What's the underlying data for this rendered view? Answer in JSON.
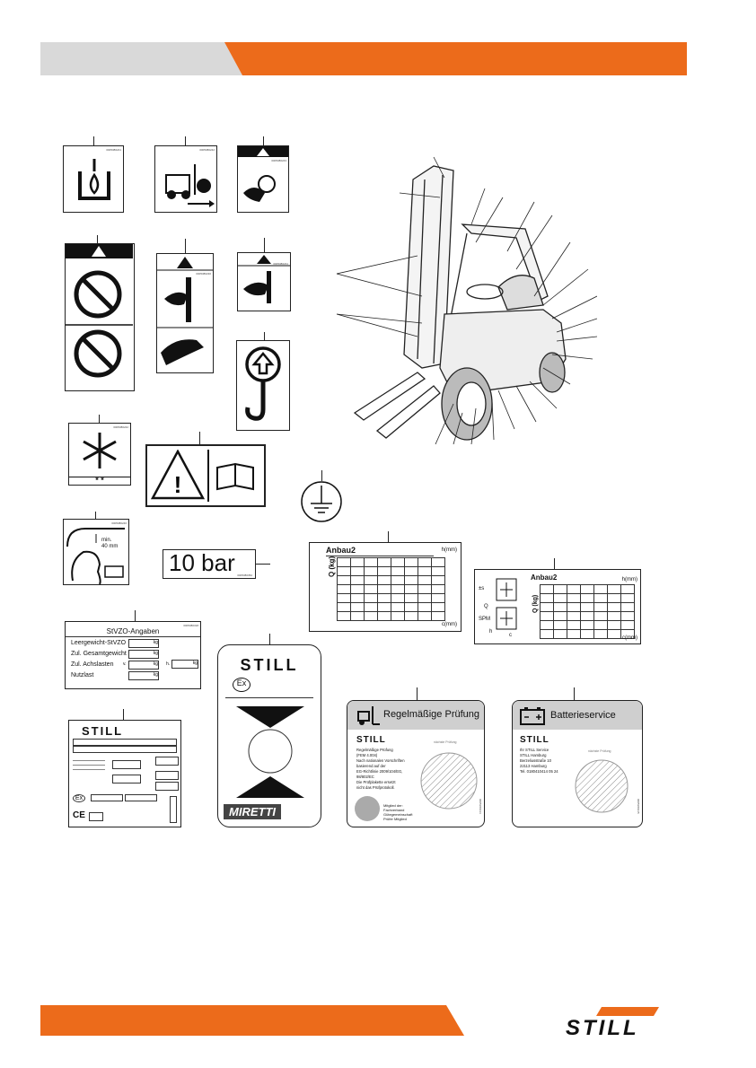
{
  "page": {
    "header_bar": {
      "left_color": "#d9d9d9",
      "right_color": "#ec6b1b"
    },
    "footer": {
      "bar_color": "#ec6b1b",
      "logo_text": "STILL"
    }
  },
  "labels": {
    "code_refuel": "0005380241",
    "code_forklift": "0005380242",
    "code_warn_hands": "0005380243",
    "code_crush_top": "0005380230",
    "code_hand_small": "0005380231",
    "code_cold": "0005380242",
    "cold_stars": "* *",
    "code_headroom": "0005380246",
    "headroom_min": "min.",
    "headroom_mm": "40 mm",
    "pressure_text": "10 bar",
    "pressure_code": "0005380352",
    "stvzo": {
      "code": "0005380318",
      "title": "StVZO-Angaben",
      "rows": [
        {
          "label": "Leergewicht-StVZO",
          "unit": "kg"
        },
        {
          "label": "Zul. Gesamtgewicht",
          "unit": "kg"
        },
        {
          "label": "Zul. Achslasten",
          "unit": "kg"
        },
        {
          "label": "Nutzlast",
          "unit": "kg"
        }
      ],
      "v": "v.",
      "h": "h."
    },
    "anbau_a": {
      "title": "Anbau2",
      "h": "h(mm)",
      "c": "c(mm)",
      "q": "Q (kg)"
    },
    "anbau_b": {
      "title": "Anbau2",
      "h": "h(mm)",
      "c": "c(mm)",
      "q": "Q (kg)",
      "s": "±s",
      "qq": "Q",
      "spm": "SPM",
      "hh": "h",
      "cc": "c"
    },
    "still_plate": {
      "brand": "STILL",
      "ex": "Ex"
    },
    "ex_label": {
      "brand": "STILL",
      "ex": "Ex",
      "miretti": "MIRETTI"
    },
    "pruefung": {
      "title": "Regelmäßige Prüfung",
      "brand": "STILL",
      "lines": [
        "Regelmäßige Prüfung",
        "(FEM 4.004)",
        "Nach nationalen Vorschriften",
        "basierend auf der",
        "EG-Richtlinie 2009/104/EG,",
        "98/802/EC",
        "Die Prüfplakette ersetzt",
        "nicht das Prüfprotokoll."
      ],
      "member": [
        "Mitglied der:",
        "Fachverband",
        "Gütegemeinschaft",
        "Prüfer Mitglied"
      ],
      "stamp": "nächste Prüfung",
      "code": "0005380334"
    },
    "batterie": {
      "title": "Batterieservice",
      "brand": "STILL",
      "lines": [
        "Ihr STILL Service",
        "STILL Hamburg",
        "Berzeliusstraße 10",
        "22113 Hamburg",
        "Tel. 0180410414 05 24"
      ],
      "stamp": "nächste Prüfung",
      "code": "0005380315"
    }
  }
}
